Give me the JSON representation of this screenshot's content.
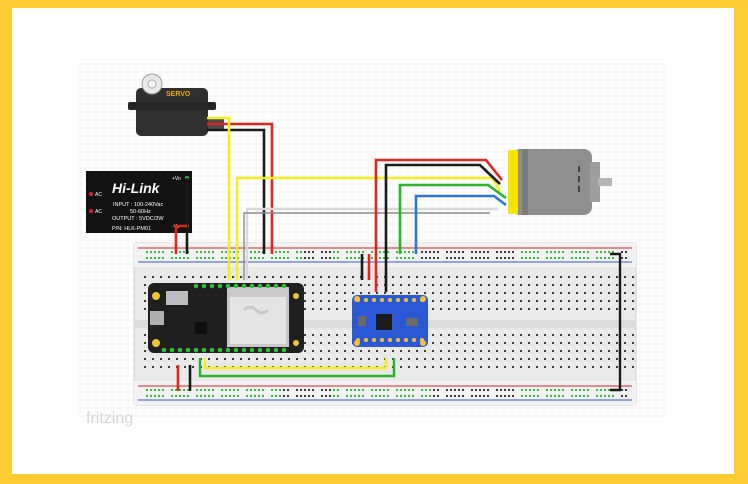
{
  "page": {
    "border_color": "#ffcc33",
    "canvas_color": "#ffffff"
  },
  "servo": {
    "label": "SERVO",
    "label_color": "#f2a31a",
    "body_color": "#2f2f2f"
  },
  "hlink": {
    "brand": "Hi-Link",
    "input_line": "INPUT : 100-240Vac",
    "freq_line": "50-60Hz",
    "output_line": "OUTPUT : 5VDC/3W",
    "pn_line": "P/N: HLK-PM01",
    "ac1": "AC",
    "ac2": "AC",
    "vo_plus": "+Vo",
    "vo_minus": "-Vo"
  },
  "motor": {
    "body_color": "#8f8f8f",
    "cap_color": "#f5e400"
  },
  "breadboard": {
    "body_color": "#e9e9e9",
    "hole_color": "#3a3a3a",
    "rail_red": "#d8212b",
    "rail_blue": "#3557c6",
    "highlight_green": "#2fbf3a"
  },
  "esp32": {
    "board_color": "#1f1f1f",
    "module_color": "#dedede"
  },
  "driver": {
    "board_color": "#2b59d6",
    "chip_color": "#1c1c1c"
  },
  "wire_colors": {
    "red": "#e1241c",
    "black": "#1a1a1a",
    "yellow": "#f6ee1a",
    "white": "#d9d9d9",
    "green": "#27b427",
    "blue": "#2a78d6",
    "gray": "#8a8a8a"
  },
  "watermark": "fritzing"
}
